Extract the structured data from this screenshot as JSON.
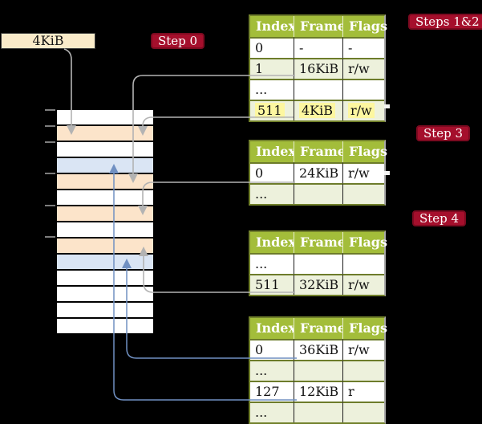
{
  "colors": {
    "background": "#000000",
    "badge_red": "#A50F2C",
    "table_header_green": "#A3BD3A",
    "table_border_olive": "#72812B",
    "table_row_green": "#EDF1DC",
    "highlight_yellow": "#FDF7A0",
    "frame_label_cream": "#FAEBC9",
    "memory_row_orange": "#FCE4CA",
    "memory_row_blue": "#DAE5F4",
    "connector_gray": "#b3b3b3",
    "connector_blue": "#7090C2"
  },
  "frame_label": {
    "text": "4KiB"
  },
  "badges": {
    "step0": "Step 0",
    "steps12": "Steps 1&2",
    "step3": "Step 3",
    "step4": "Step 4"
  },
  "memory": {
    "row_colors": [
      "white",
      "orange",
      "white",
      "blue",
      "orange",
      "white",
      "orange",
      "white",
      "orange",
      "blue",
      "white",
      "white",
      "white",
      "white"
    ]
  },
  "tables": [
    {
      "name": "page-table-steps-1-2",
      "headers": [
        "Index",
        "Frame",
        "Flags"
      ],
      "rows": [
        {
          "cells": [
            "0",
            "-",
            "-"
          ],
          "shade": "white"
        },
        {
          "cells": [
            "1",
            "16KiB",
            "r/w"
          ],
          "shade": "green"
        },
        {
          "cells": [
            "...",
            "",
            ""
          ],
          "shade": "white"
        },
        {
          "cells": [
            "511",
            "4KiB",
            "r/w"
          ],
          "shade": "green",
          "highlight": true
        }
      ]
    },
    {
      "name": "page-table-step-3",
      "headers": [
        "Index",
        "Frame",
        "Flags"
      ],
      "rows": [
        {
          "cells": [
            "0",
            "24KiB",
            "r/w"
          ],
          "shade": "white"
        },
        {
          "cells": [
            "...",
            "",
            ""
          ],
          "shade": "green"
        }
      ]
    },
    {
      "name": "page-table-step-4",
      "headers": [
        "Index",
        "Frame",
        "Flags"
      ],
      "rows": [
        {
          "cells": [
            "...",
            "",
            ""
          ],
          "shade": "white"
        },
        {
          "cells": [
            "511",
            "32KiB",
            "r/w"
          ],
          "shade": "green"
        }
      ]
    },
    {
      "name": "page-table-final",
      "headers": [
        "Index",
        "Frame",
        "Flags"
      ],
      "rows": [
        {
          "cells": [
            "0",
            "36KiB",
            "r/w"
          ],
          "shade": "white"
        },
        {
          "cells": [
            "...",
            "",
            ""
          ],
          "shade": "green"
        },
        {
          "cells": [
            "127",
            "12KiB",
            "r"
          ],
          "shade": "white"
        },
        {
          "cells": [
            "...",
            "",
            ""
          ],
          "shade": "green"
        }
      ]
    }
  ]
}
